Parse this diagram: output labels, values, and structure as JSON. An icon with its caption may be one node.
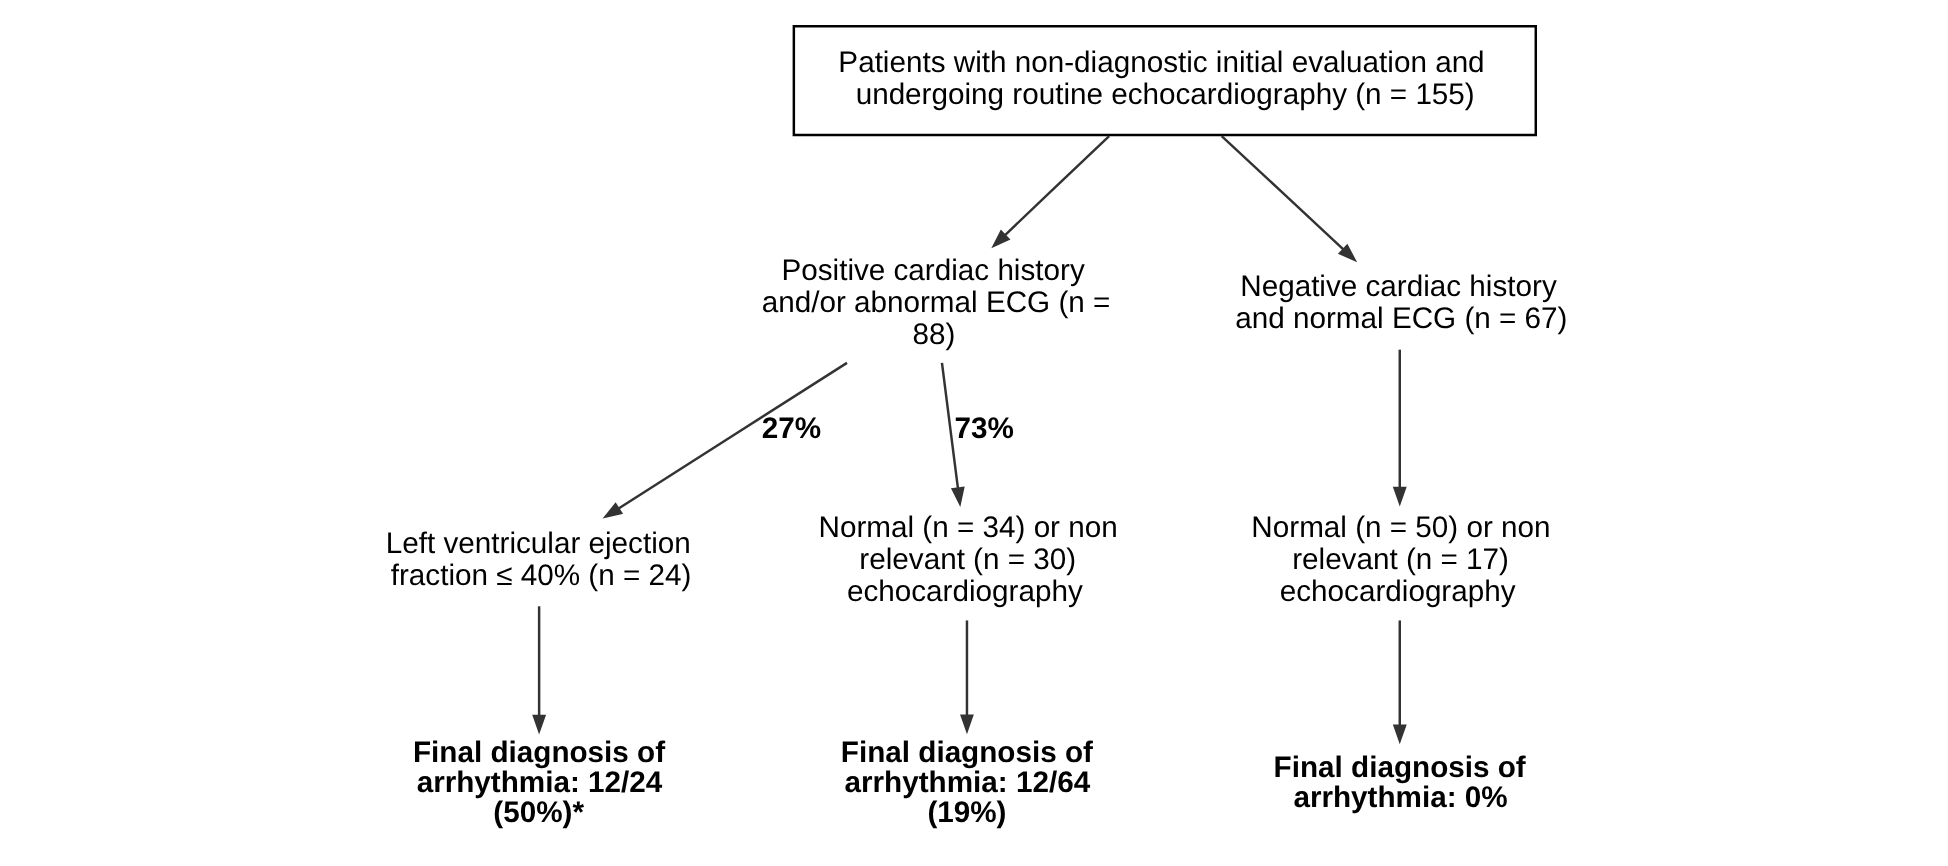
{
  "diagram": {
    "nodes": [
      {
        "text": [
          "Patients with non-diagnostic initial evaluation and undergoing routine echocardiography (n = 155)"
        ]
      },
      {
        "text": [
          "Positive cardiac history and/or abnormal ECG (n = 88)"
        ]
      },
      {
        "text": [
          "Negative cardiac history and normal ECG (n = 67)"
        ]
      },
      {
        "text": [
          "Left ventricular ejection fraction ≤ 40% (n = 24)"
        ]
      },
      {
        "text": [
          "Normal (n = 34) or non relevant (n = 30) echocardiography"
        ]
      },
      {
        "text": [
          "Normal (n = 50) or non relevant (n = 17) echocardiography"
        ]
      },
      {
        "text": [
          "Final diagnosis of arrhythmia: 12/24 (50%)*"
        ]
      },
      {
        "text": [
          "Final diagnosis of arrhythmia: 12/64 (19%)"
        ]
      },
      {
        "text": [
          "Final diagnosis of arrhythmia: 0%"
        ]
      }
    ],
    "edges": [
      {
        "from": 0,
        "to": 1,
        "arrow": "to"
      },
      {
        "from": 0,
        "to": 2,
        "arrow": "to"
      },
      {
        "from": 1,
        "to": 3,
        "arrow": "to",
        "label": "27%"
      },
      {
        "from": 1,
        "to": 4,
        "arrow": "to",
        "label": "73%"
      },
      {
        "from": 2,
        "to": 5,
        "arrow": "to"
      },
      {
        "from": 3,
        "to": 6,
        "arrow": "to"
      },
      {
        "from": 4,
        "to": 7,
        "arrow": "to"
      },
      {
        "from": 5,
        "to": 8,
        "arrow": "to"
      }
    ]
  }
}
